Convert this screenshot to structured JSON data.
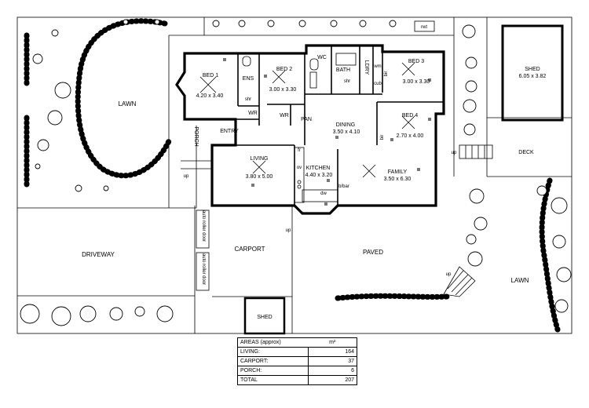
{
  "outdoor": {
    "lawn_left": "LAWN",
    "lawn_right": "LAWN",
    "driveway": "DRIVEWAY",
    "paved": "PAVED",
    "carport": "CARPORT",
    "deck": "DECK",
    "rwt": "rwt",
    "porch": "PORCH",
    "entry": "ENTRY",
    "up": "up",
    "roller_door": "auto roller door"
  },
  "rooms": {
    "bed1": {
      "name": "BED 1",
      "size": "4.20 x 3.40"
    },
    "bed2": {
      "name": "BED 2",
      "size": "3.00 x 3.30"
    },
    "bed3": {
      "name": "BED 3",
      "size": "3.00 x 3.30"
    },
    "bed4": {
      "name": "BED 4",
      "size": "2.70 x 4.00"
    },
    "dining": {
      "name": "DINING",
      "size": "3.50 x 4.10"
    },
    "living": {
      "name": "LIVING",
      "size": "3.80 x 5.00"
    },
    "kitchen": {
      "name": "KITCHEN",
      "size": "4.40 x 3.20"
    },
    "family": {
      "name": "FAMILY",
      "size": "3.50 x 6.30"
    },
    "shed_large": {
      "name": "SHED",
      "size": "6.05 x 3.82"
    },
    "shed_small": {
      "name": "SHED"
    },
    "ens": "ENS",
    "wc": "WC",
    "bath": "BATH",
    "ldry": "LDRY",
    "wr1": "WR",
    "wr2": "WR",
    "pan": "PAN",
    "shr1": "shr",
    "shr2": "shr",
    "bir1": "bir",
    "bir2": "bir",
    "wm": "wm",
    "cub": "cub",
    "fr": "fr",
    "ov": "ov",
    "dw": "dw",
    "bbar": "b/bar"
  },
  "areas": {
    "heading": "AREAS (approx)",
    "unit": "m²",
    "rows": [
      {
        "label": "LIVING:",
        "value": "164"
      },
      {
        "label": "CARPORT:",
        "value": "37"
      },
      {
        "label": "PORCH:",
        "value": "6"
      }
    ],
    "total_label": "TOTAL",
    "total_value": "207"
  }
}
